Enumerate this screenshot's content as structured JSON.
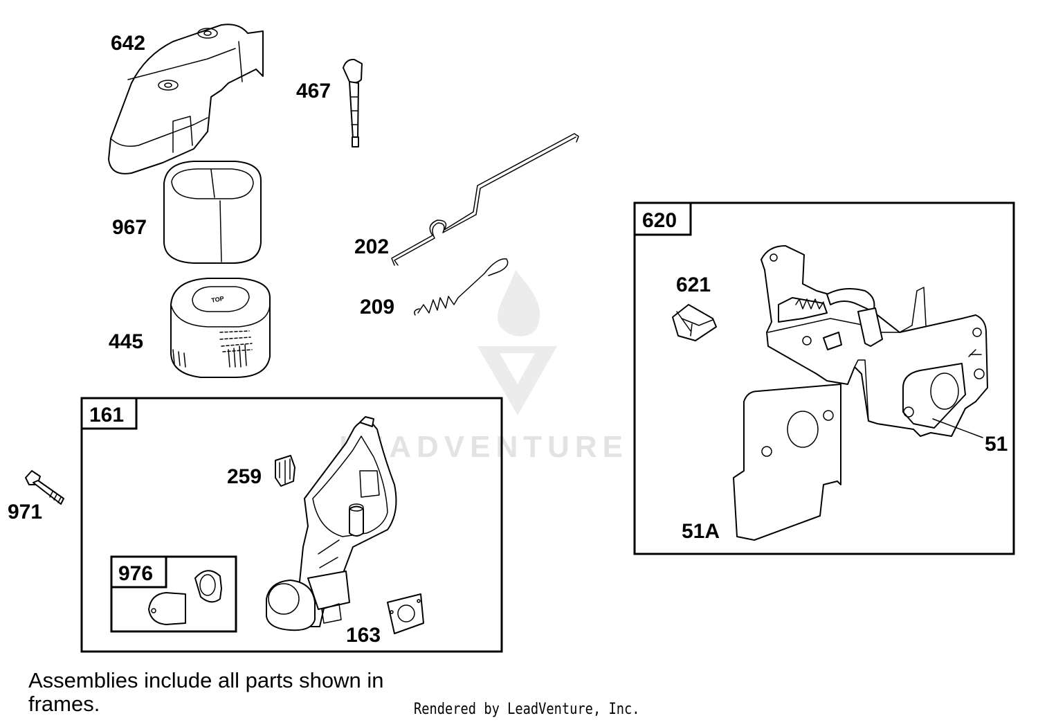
{
  "part_labels": {
    "p642": "642",
    "p467": "467",
    "p967": "967",
    "p202": "202",
    "p209": "209",
    "p445": "445",
    "p161": "161",
    "p259": "259",
    "p971": "971",
    "p976": "976",
    "p163": "163",
    "p620": "620",
    "p621": "621",
    "p51": "51",
    "p51a": "51A"
  },
  "part_text": {
    "filter_mark": "TOP"
  },
  "watermark": {
    "text": "LEADVENTURE"
  },
  "footer": {
    "note": "Assemblies include all parts shown in frames.",
    "credit": "Rendered by LeadVenture, Inc."
  }
}
